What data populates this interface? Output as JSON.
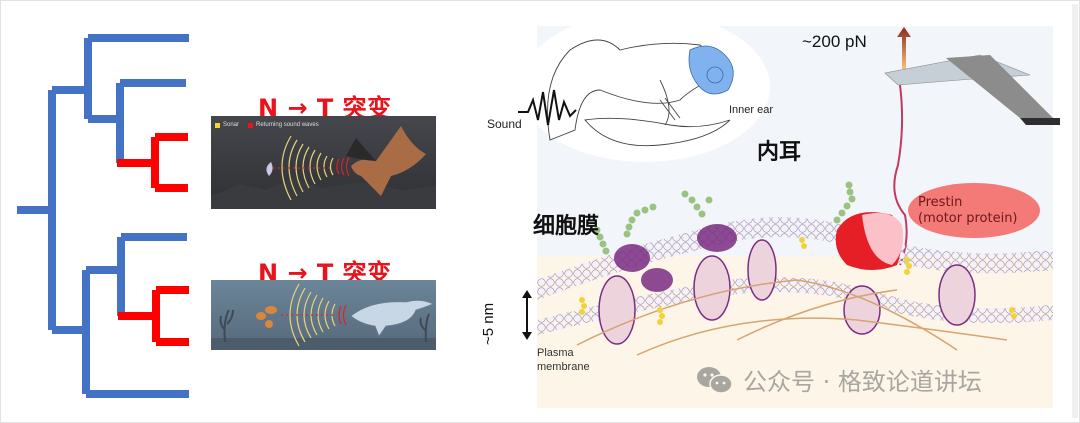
{
  "tree": {
    "colors": {
      "ancestral": "#4472c4",
      "mutated": "#ff0000"
    }
  },
  "mutation_labels": [
    {
      "text": "N → T 突变",
      "color": "#e8131c"
    },
    {
      "text": "N → T 突变",
      "color": "#e8131c"
    }
  ],
  "bat_panel": {
    "legend": [
      {
        "label": "Sonar",
        "color": "#f5d43a"
      },
      {
        "label": "Returning sound waves",
        "color": "#e8131c"
      }
    ]
  },
  "ear_diagram": {
    "sound_label": "Sound",
    "inner_ear_label": "Inner ear",
    "inner_ear_cn": "内耳",
    "force_label": "~200 pN"
  },
  "membrane": {
    "cell_membrane_cn": "细胞膜",
    "thickness_label": "~5 nm",
    "plasma_label_line1": "Plasma",
    "plasma_label_line2": "membrane",
    "prestin_line1": "Prestin",
    "prestin_line2": "(motor protein)"
  },
  "watermark": {
    "icon": "wechat-icon",
    "text": "公众号 · 格致论道讲坛"
  }
}
